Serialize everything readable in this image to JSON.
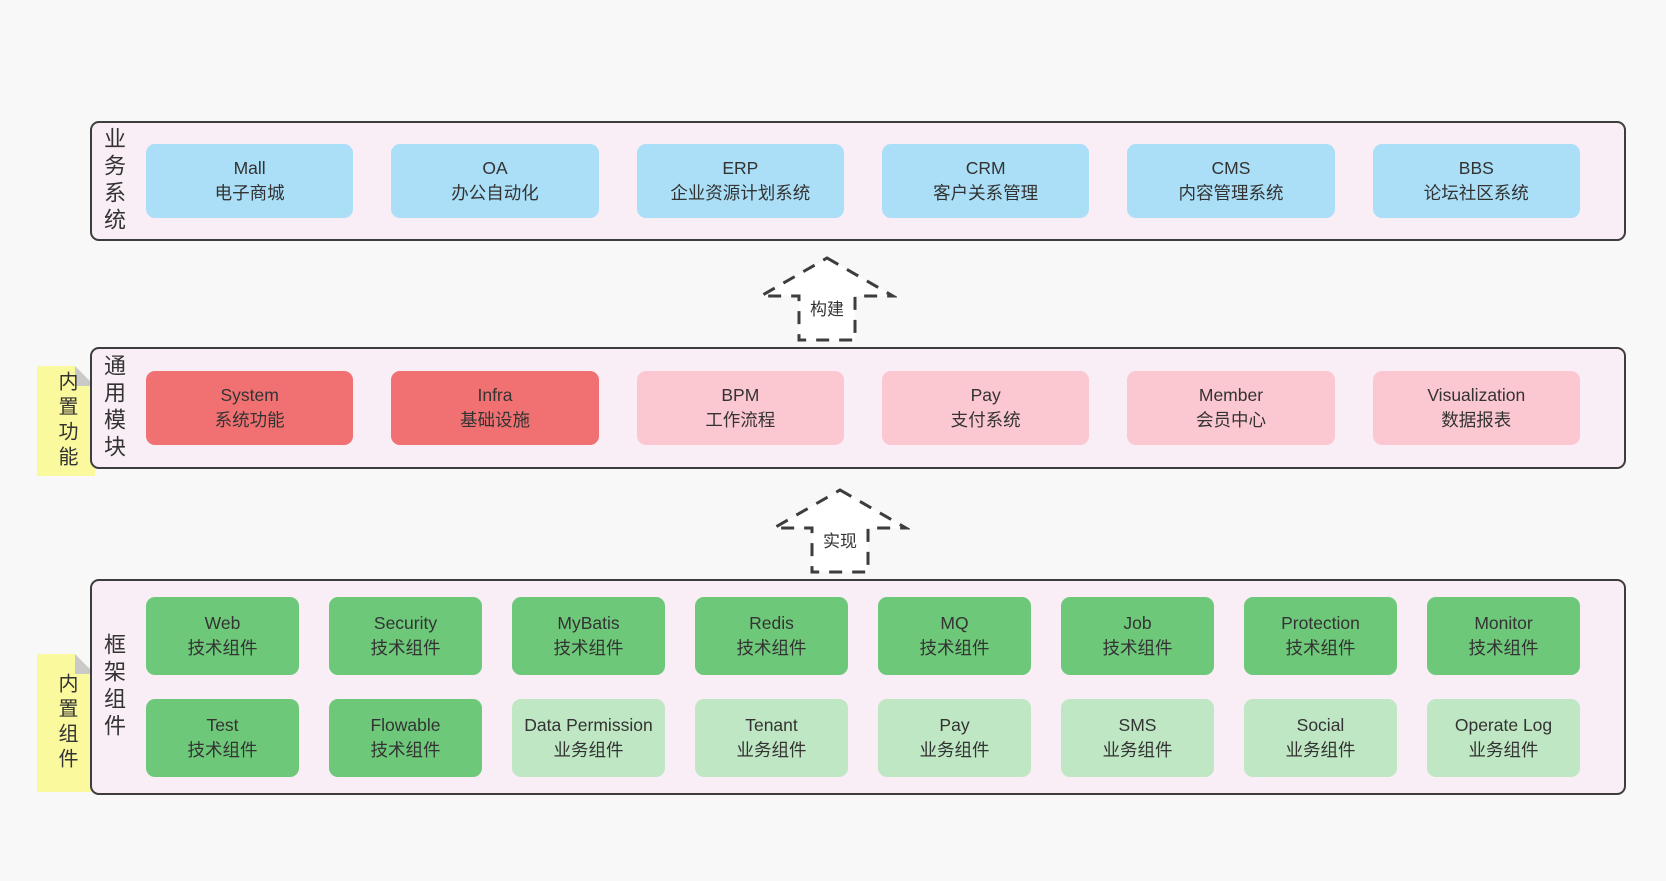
{
  "colors": {
    "page_bg": "#f8f8f8",
    "panel_bg": "#f9eef6",
    "panel_border": "#3d3d3d",
    "box_blue": "#aadff7",
    "box_red": "#f17173",
    "box_pink": "#fbc7d0",
    "box_green": "#6ec879",
    "box_light_green": "#bfe7c4",
    "tag_yellow": "#fbf99e",
    "tag_fold_gray": "#c9c9c9",
    "text": "#333333"
  },
  "sections": {
    "business": {
      "label": "业务系统",
      "boxes": [
        {
          "title": "Mall",
          "subtitle": "电子商城"
        },
        {
          "title": "OA",
          "subtitle": "办公自动化"
        },
        {
          "title": "ERP",
          "subtitle": "企业资源计划系统"
        },
        {
          "title": "CRM",
          "subtitle": "客户关系管理"
        },
        {
          "title": "CMS",
          "subtitle": "内容管理系统"
        },
        {
          "title": "BBS",
          "subtitle": "论坛社区系统"
        }
      ]
    },
    "modules": {
      "label": "通用模块",
      "tag": "内置功能",
      "boxes": [
        {
          "title": "System",
          "subtitle": "系统功能"
        },
        {
          "title": "Infra",
          "subtitle": "基础设施"
        },
        {
          "title": "BPM",
          "subtitle": "工作流程"
        },
        {
          "title": "Pay",
          "subtitle": "支付系统"
        },
        {
          "title": "Member",
          "subtitle": "会员中心"
        },
        {
          "title": "Visualization",
          "subtitle": "数据报表"
        }
      ]
    },
    "components": {
      "label": "框架组件",
      "tag": "内置组件",
      "row1": [
        {
          "title": "Web",
          "subtitle": "技术组件"
        },
        {
          "title": "Security",
          "subtitle": "技术组件"
        },
        {
          "title": "MyBatis",
          "subtitle": "技术组件"
        },
        {
          "title": "Redis",
          "subtitle": "技术组件"
        },
        {
          "title": "MQ",
          "subtitle": "技术组件"
        },
        {
          "title": "Job",
          "subtitle": "技术组件"
        },
        {
          "title": "Protection",
          "subtitle": "技术组件"
        },
        {
          "title": "Monitor",
          "subtitle": "技术组件"
        }
      ],
      "row2": [
        {
          "title": "Test",
          "subtitle": "技术组件"
        },
        {
          "title": "Flowable",
          "subtitle": "技术组件"
        },
        {
          "title": "Data Permission",
          "subtitle": "业务组件"
        },
        {
          "title": "Tenant",
          "subtitle": "业务组件"
        },
        {
          "title": "Pay",
          "subtitle": "业务组件"
        },
        {
          "title": "SMS",
          "subtitle": "业务组件"
        },
        {
          "title": "Social",
          "subtitle": "业务组件"
        },
        {
          "title": "Operate Log",
          "subtitle": "业务组件"
        }
      ]
    }
  },
  "arrows": {
    "build": {
      "label": "构建"
    },
    "implement": {
      "label": "实现"
    }
  }
}
